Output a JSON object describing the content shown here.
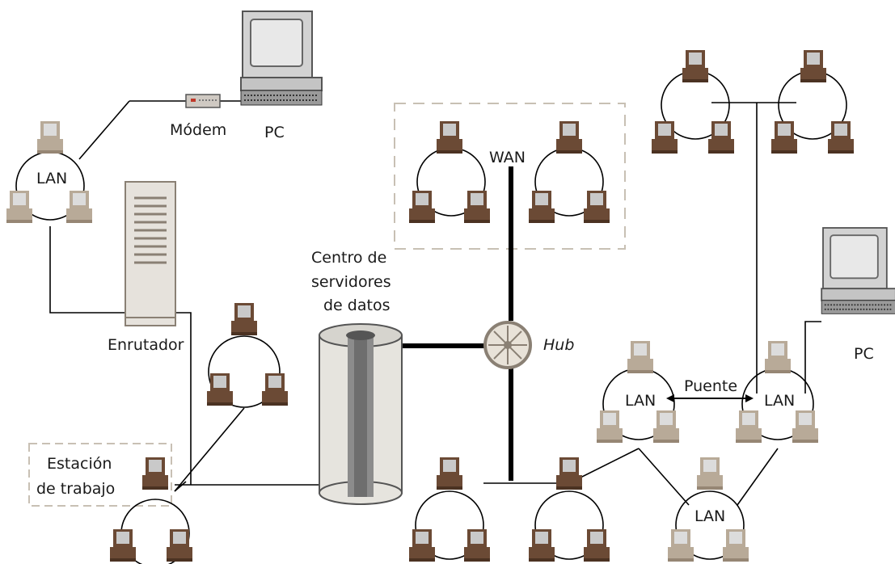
{
  "colors": {
    "background": "#ffffff",
    "line": "#000000",
    "computer_dark": "#6b4a35",
    "computer_light": "#b8aa98",
    "computer_screen": "#c8c8c8",
    "dashed_box": "#c8c0b4",
    "server": "#dedcd6"
  },
  "labels": {
    "modem": "Módem",
    "pc_top": "PC",
    "lan_left": "LAN",
    "wan": "WAN",
    "router": "Enrutador",
    "datacenter_1": "Centro de",
    "datacenter_2": "servidores",
    "datacenter_3": "de datos",
    "hub": "Hub",
    "workstation_1": "Estación",
    "workstation_2": "de trabajo",
    "pc_right": "PC",
    "bridge": "Puente",
    "lan_bridge_left": "LAN",
    "lan_bridge_right": "LAN",
    "lan_bottom": "LAN"
  },
  "icons": {
    "computer": "desktop-computer-icon",
    "pc": "personal-computer-icon",
    "modem": "modem-icon",
    "router": "router-icon",
    "server": "data-server-icon",
    "hub": "hub-wheel-icon"
  }
}
